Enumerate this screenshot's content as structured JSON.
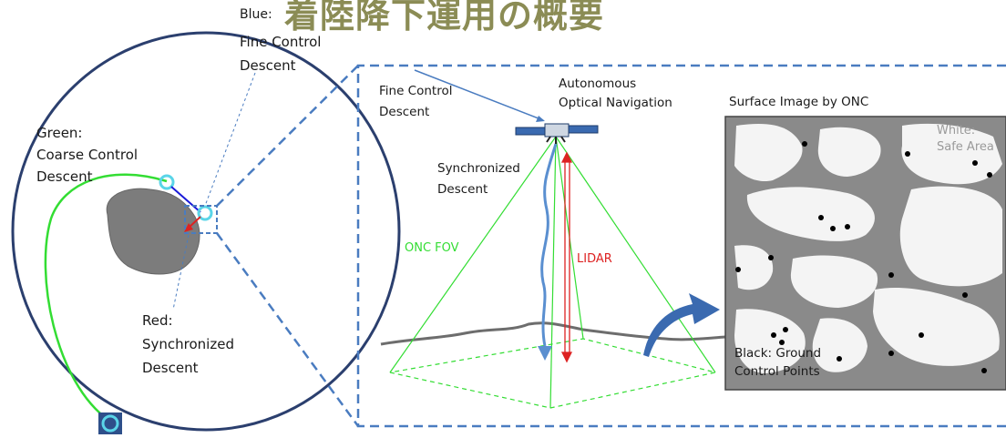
{
  "title": "着陸降下運用の概要",
  "labels": {
    "blue_head": "Blue:",
    "blue_lines": [
      "Fine Control",
      "Descent"
    ],
    "green_lines": [
      "Green:",
      "Coarse Control",
      "Descent"
    ],
    "red_lines": [
      "Red:",
      "Synchronized",
      "Descent"
    ],
    "fine_control": [
      "Fine Control",
      "Descent"
    ],
    "autonomous": [
      "Autonomous",
      "Optical Navigation"
    ],
    "synchronized": [
      "Synchronized",
      "Descent"
    ],
    "onc_fov": "ONC FOV",
    "lidar": "LIDAR",
    "surface_image": "Surface Image by ONC",
    "white_safe": [
      "White:",
      "Safe Area"
    ],
    "black_gcp": [
      "Black: Ground",
      "Control Points"
    ]
  },
  "colors": {
    "title": "#8b8c55",
    "orbit": "#2b3f6e",
    "green_path": "#33dd33",
    "blue_path": "#1a1ad8",
    "red_path": "#dd2222",
    "dashed_box": "#4a7cc0",
    "spacecraft": "#3a6ab0"
  }
}
